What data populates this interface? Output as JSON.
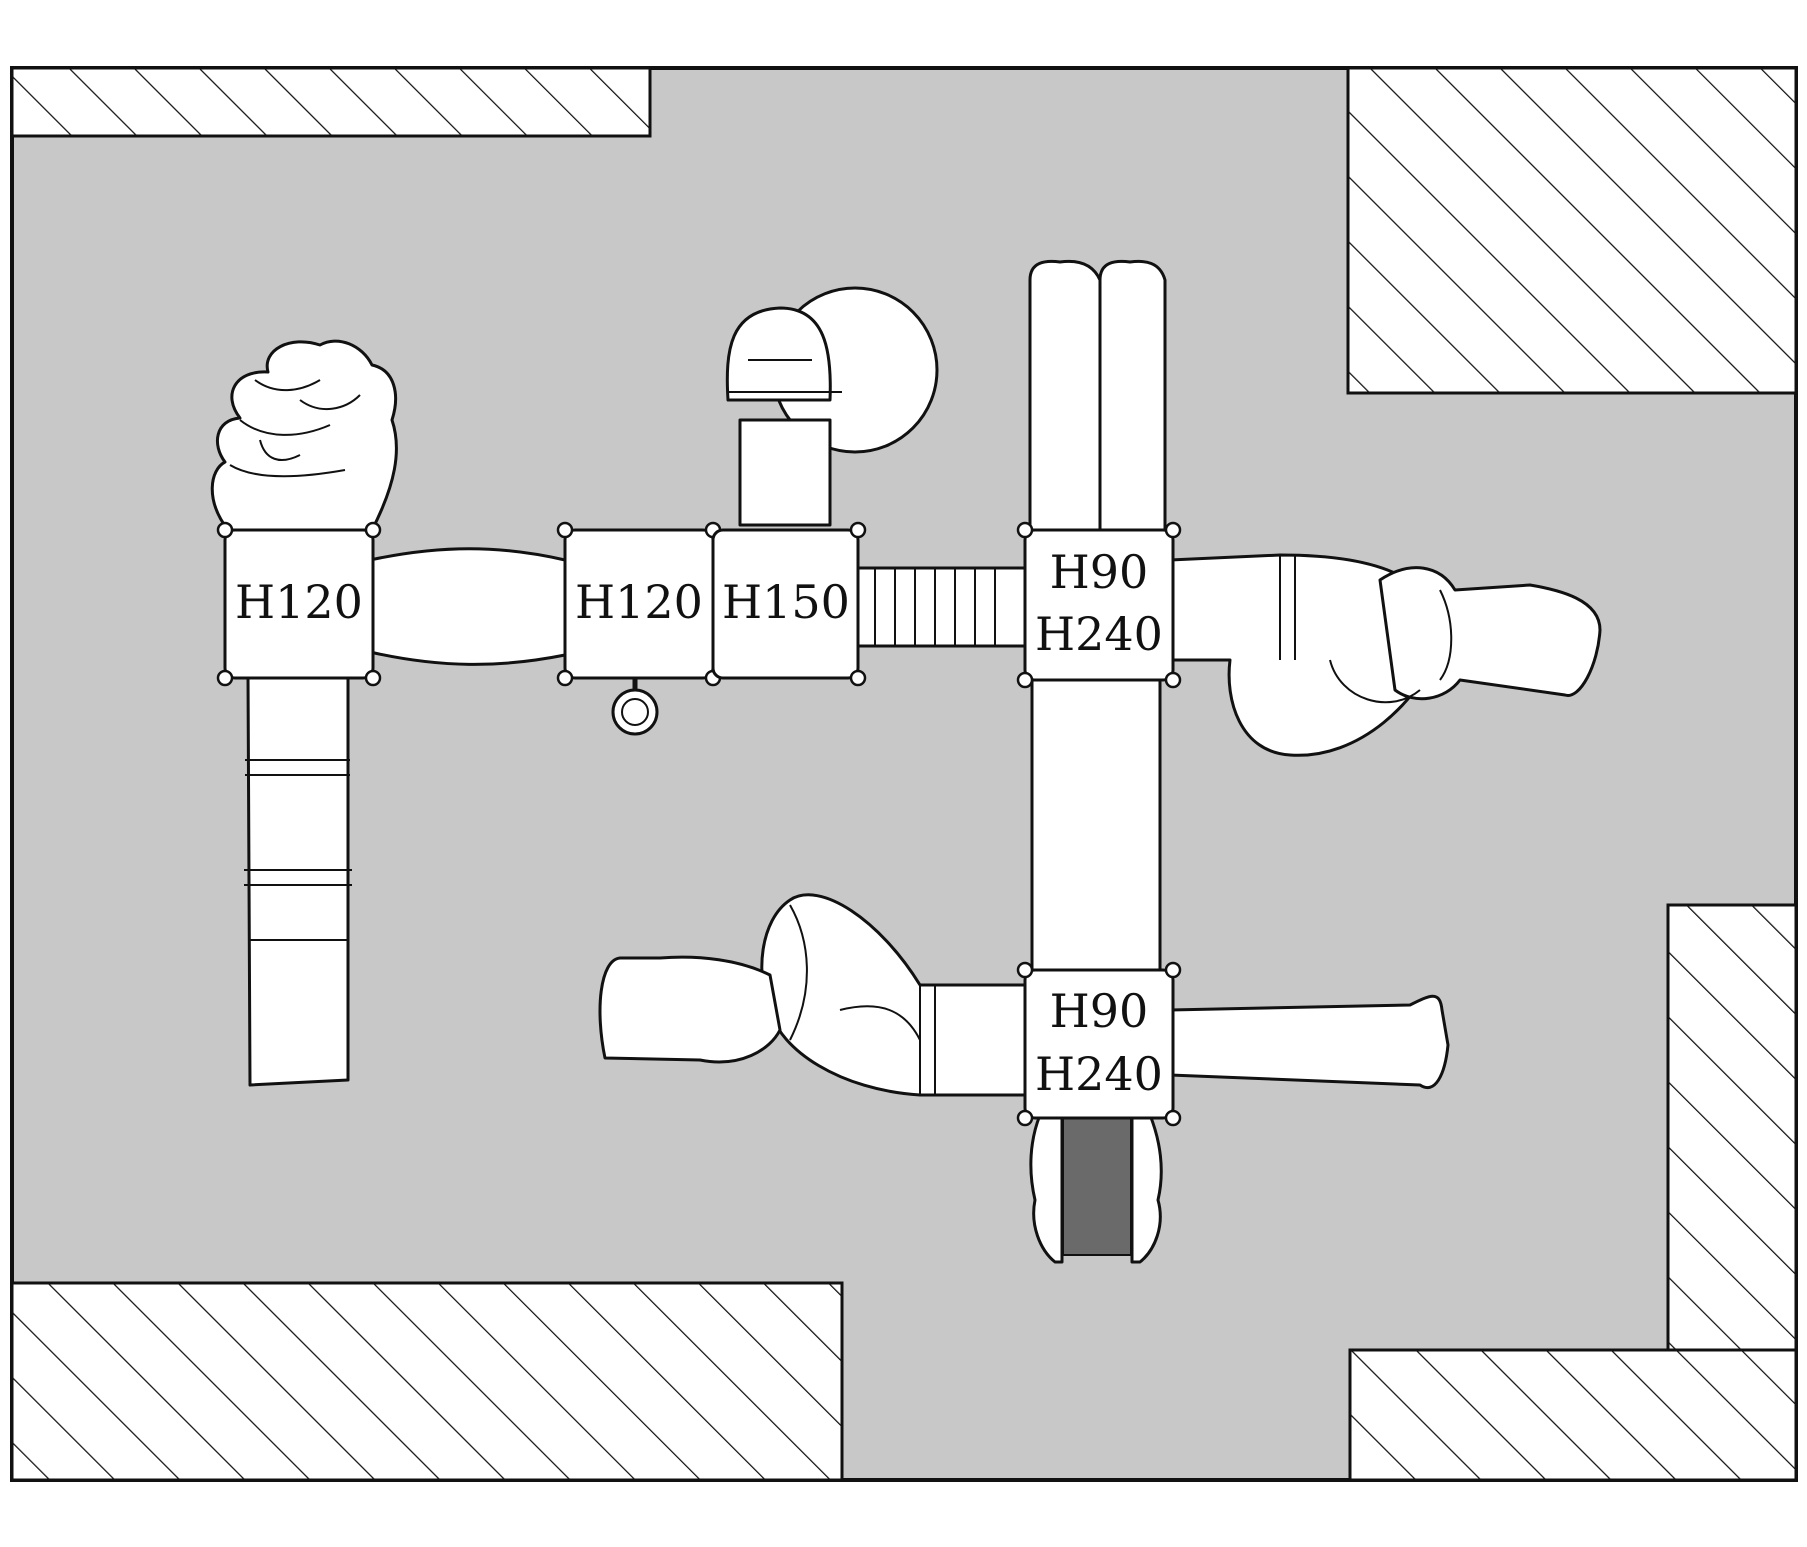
{
  "colors": {
    "floor": "#c8c8c8",
    "outline": "#111111",
    "equipment": "#ffffff",
    "hatch": "#111111"
  },
  "towers": [
    {
      "id": "t1",
      "lines": [
        "H120"
      ]
    },
    {
      "id": "t2",
      "lines": [
        "H120"
      ]
    },
    {
      "id": "t3",
      "lines": [
        "H150"
      ]
    },
    {
      "id": "t4",
      "lines": [
        "H90",
        "H240"
      ]
    },
    {
      "id": "t5",
      "lines": [
        "H90",
        "H240"
      ]
    }
  ]
}
